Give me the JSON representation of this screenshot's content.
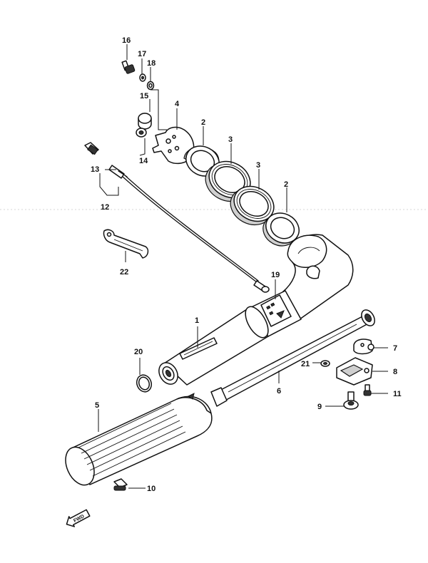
{
  "callouts": {
    "c1": "1",
    "c2a": "2",
    "c2b": "2",
    "c3a": "3",
    "c3b": "3",
    "c4": "4",
    "c5": "5",
    "c6": "6",
    "c7": "7",
    "c8": "8",
    "c9": "9",
    "c10": "10",
    "c11": "11",
    "c12": "12",
    "c13": "13",
    "c14": "14",
    "c15": "15",
    "c16": "16",
    "c17": "17",
    "c18": "18",
    "c19": "19",
    "c20": "20",
    "c21": "21",
    "c22": "22"
  },
  "fwd_marker": {
    "icon": "fwd-arrow-icon",
    "text": "FWD"
  }
}
